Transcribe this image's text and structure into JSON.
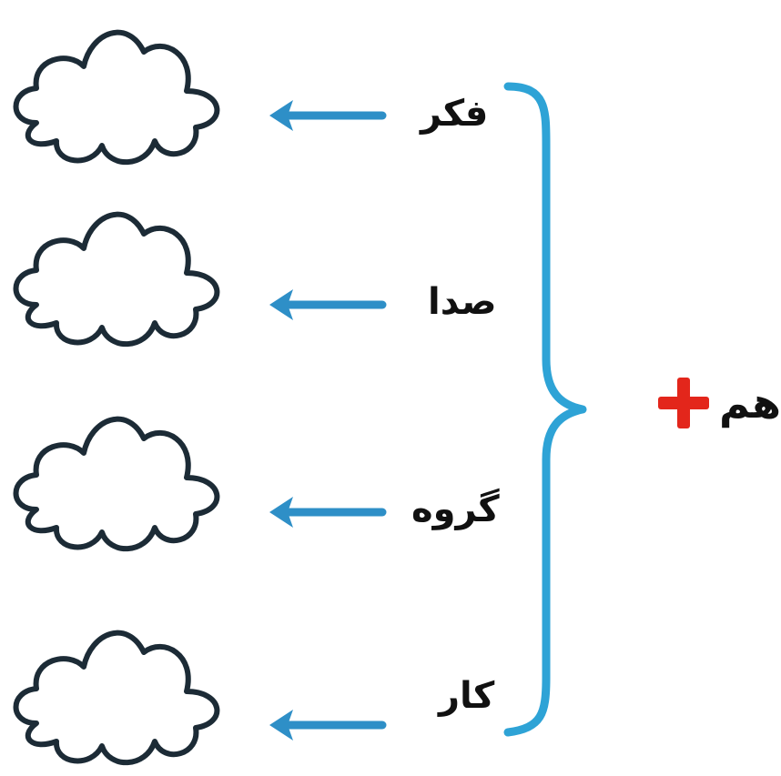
{
  "root_word": "هم",
  "plus_symbol": "+",
  "words": [
    "فکر",
    "صدا",
    "گروه",
    "کار"
  ],
  "colors": {
    "arrow": "#2e8fc7",
    "brace": "#2ea3d6",
    "cloud_outline": "#1c2b36",
    "plus": "#e3261b",
    "text": "#111111"
  },
  "icons": {
    "cloud": "cloud-icon",
    "arrow": "arrow-left-icon",
    "brace": "curly-brace",
    "plus": "plus-icon"
  }
}
